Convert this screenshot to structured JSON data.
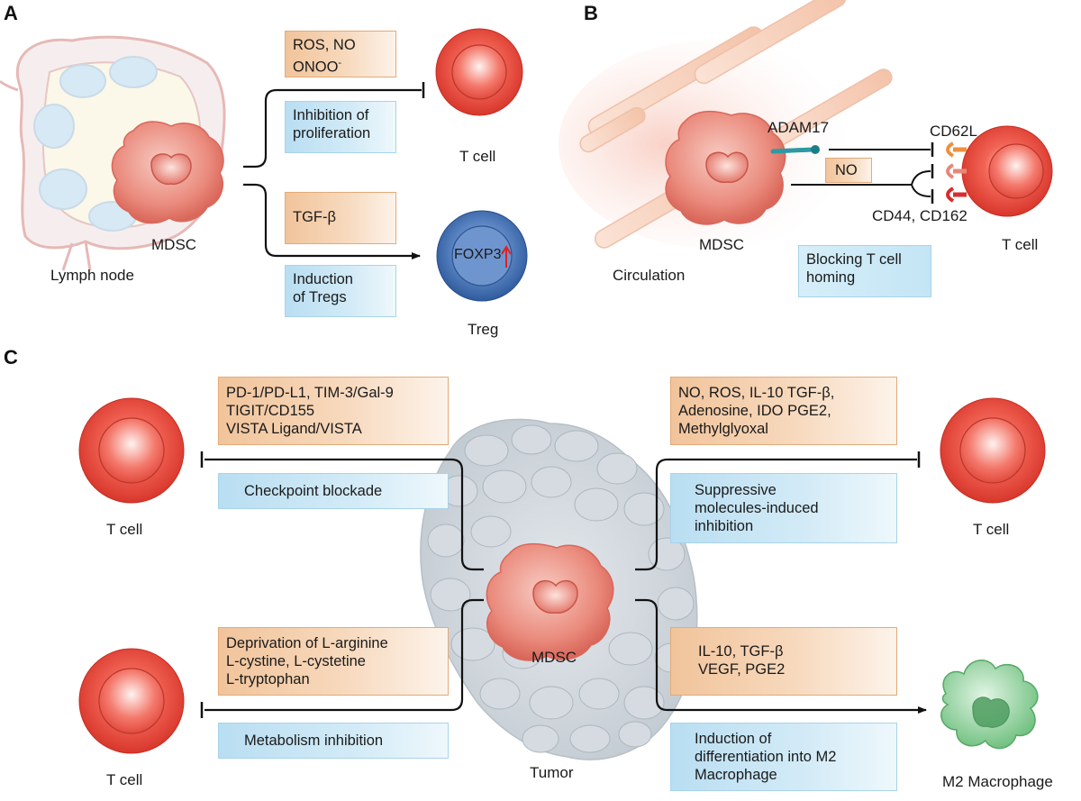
{
  "panels": {
    "a": {
      "letter": "A",
      "location_label": "Lymph node",
      "mdsc_label": "MDSC",
      "box_ros": "ROS, NO\nONOO",
      "box_ros_sup": "-",
      "box_inhibition": "Inhibition of\nproliferation",
      "tcell_label": "T cell",
      "box_tgf": "TGF-β",
      "box_induction": "Induction\nof Tregs",
      "treg_marker": "FOXP3",
      "treg_label": "Treg"
    },
    "b": {
      "letter": "B",
      "adam_label": "ADAM17",
      "cd62l_label": "CD62L",
      "no_label": "NO",
      "cd44_label": "CD44, CD162",
      "mdsc_label": "MDSC",
      "tcell_label": "T cell",
      "location_label": "Circulation",
      "box_blocking": "Blocking T cell\nhoming"
    },
    "c": {
      "letter": "C",
      "box_checkpoint_ligands": "PD-1/PD-L1, TIM-3/Gal-9\nTIGIT/CD155\nVISTA Ligand/VISTA",
      "box_checkpoint": "Checkpoint blockade",
      "box_suppressive_molecules": "NO, ROS, IL-10 TGF-β,\nAdenosine, IDO PGE2,\nMethylglyoxal",
      "box_suppressive": "Suppressive\nmolecules-induced\ninhibition",
      "box_deprivation": "Deprivation of L-arginine\nL-cystine, L-cystetine\nL-tryptophan",
      "box_metabolism": "Metabolism inhibition",
      "box_il10": "IL-10, TGF-β\nVEGF, PGE2",
      "box_m2": "Induction of\ndifferentiation into M2\nMacrophage",
      "tcell_label_tl": "T cell",
      "tcell_label_tr": "T cell",
      "tcell_label_bl": "T cell",
      "mdsc_label": "MDSC",
      "tumor_label": "Tumor",
      "macrophage_label": "M2 Macrophage"
    }
  },
  "colors": {
    "tcell_outer": "#e8463a",
    "tcell_inner": "#f26a5c",
    "treg": "#4d78b8",
    "mdsc": "#eb8a7c",
    "macrophage": "#7fc98d",
    "orange_box": "#f1c49b",
    "blue_box": "#c4e5f5",
    "arrow": "#111111"
  }
}
